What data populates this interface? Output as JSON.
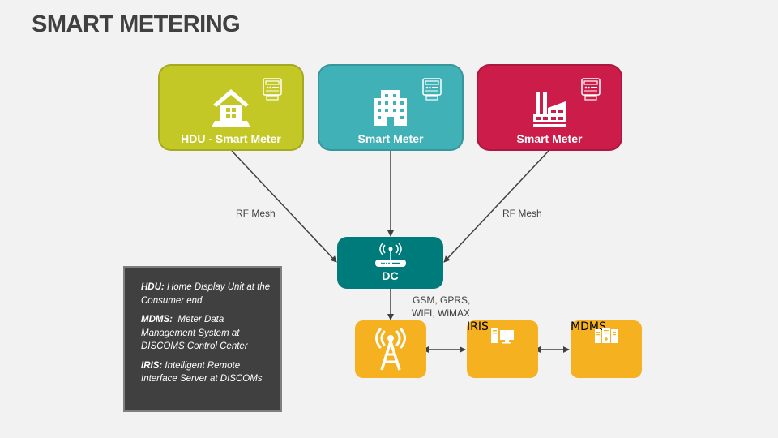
{
  "title": "SMART METERING",
  "top_cards": [
    {
      "label": "HDU - Smart Meter",
      "icon": "house-icon",
      "color": "#c3c826"
    },
    {
      "label": "Smart Meter",
      "icon": "office-building-icon",
      "color": "#41b1b8"
    },
    {
      "label": "Smart Meter",
      "icon": "factory-icon",
      "color": "#cc1c4a"
    }
  ],
  "dc": {
    "label": "DC",
    "icon": "router-icon",
    "color": "#007b7b"
  },
  "bottom": [
    {
      "label": "",
      "icon": "cell-tower-icon"
    },
    {
      "label": "IRIS",
      "icon": "computer-icon"
    },
    {
      "label": "MDMS",
      "icon": "server-icon"
    }
  ],
  "accent_yellow": "#f5b120",
  "edge_labels": {
    "left": "RF Mesh",
    "right": "RF Mesh",
    "dc_down_line1": "GSM, GPRS,",
    "dc_down_line2": "WIFI, WiMAX"
  },
  "notes": [
    {
      "term": "HDU:",
      "text": " Home Display Unit at the Consumer end"
    },
    {
      "term": "MDMS:",
      "text": "  Meter Data Management System at DISCOMS Control Center"
    },
    {
      "term": "IRIS:",
      "text": " Intelligent Remote Interface Server at DISCOMs"
    }
  ]
}
